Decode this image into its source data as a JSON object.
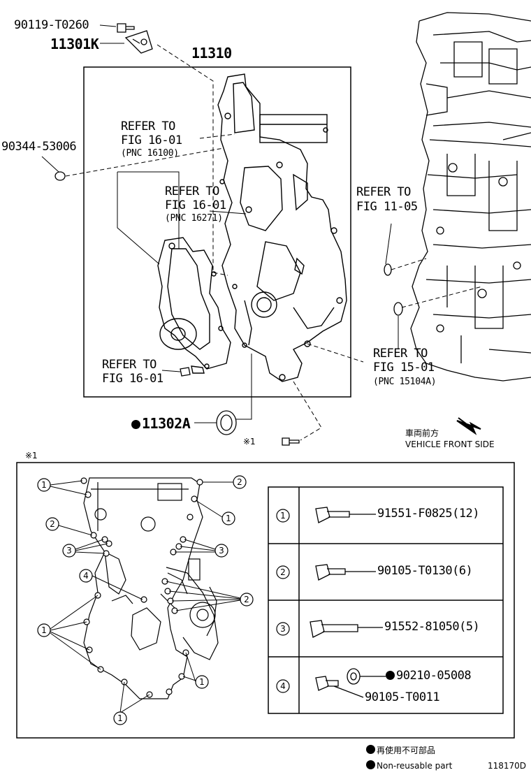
{
  "top": {
    "sensor_bolt": "90119-T0260",
    "sensor": "11301K",
    "cover": "11310",
    "plug": "90344-53006",
    "refer_a": {
      "line1": "REFER TO",
      "line2": "FIG 16-01",
      "line3": "(PNC 16100)"
    },
    "refer_b": {
      "line1": "REFER TO",
      "line2": "FIG 16-01",
      "line3": "(PNC 16271)"
    },
    "refer_c": {
      "line1": "REFER TO",
      "line2": "FIG 11-05"
    },
    "refer_d": {
      "line1": "REFER TO",
      "line2": "FIG 15-01",
      "line3": "(PNC 15104A)"
    },
    "refer_e": {
      "line1": "REFER TO",
      "line2": "FIG 16-01"
    },
    "seal": "11302A",
    "note_mark": "※1",
    "front_jp": "車両前方",
    "front_en": "VEHICLE FRONT SIDE"
  },
  "detail": {
    "mark": "※1",
    "callouts": [
      "1",
      "2",
      "3",
      "4"
    ],
    "rows": [
      {
        "num": "1",
        "part": "91551-F0825(12)"
      },
      {
        "num": "2",
        "part": "90105-T0130(6)"
      },
      {
        "num": "3",
        "part": "91552-81050(5)"
      },
      {
        "num": "4",
        "part_washer": "90210-05008",
        "part_bolt": "90105-T0011"
      }
    ]
  },
  "legend": {
    "jp": "再使用不可部品",
    "en": "Non-reusable part"
  },
  "figure_id": "118170D"
}
